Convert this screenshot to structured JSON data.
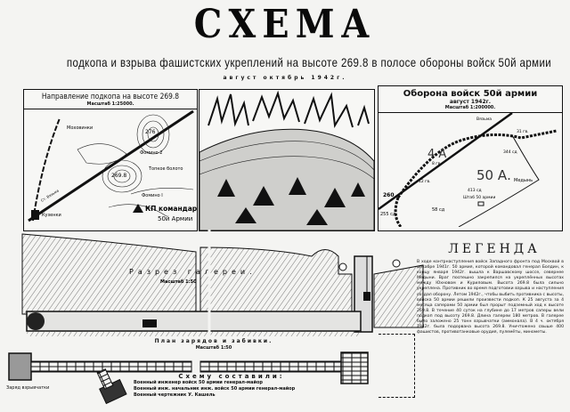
{
  "header": {
    "title": "СХЕМА",
    "subtitle": "подкопа и взрыва фашистских укреплений на высоте 269.8 в полосе обороны войск 50й армии",
    "dateline": "август  октябрь  1942г."
  },
  "panel_left": {
    "title": "Направление подкопа на высоте 269.8",
    "scale": "Масштаб 1:25000.",
    "labels": [
      "Моховинки",
      "276",
      "269.8",
      "Фомино I",
      "Фомино 2",
      "Топкое болото",
      "Кузенки",
      "Ст. Вязьма",
      "КП командарма",
      "50й Армии"
    ]
  },
  "panel_middle": {
    "caption": ""
  },
  "panel_right": {
    "title": "Оборона войск 50й армии",
    "date": "август 1942г.",
    "scale": "Масштаб 1:200000.",
    "labels": [
      "4 А",
      "50 А.",
      "8 гв.",
      "12 гв.",
      "413 сд",
      "Штаб 50 армии",
      "58 сд",
      "255 сд",
      "344 сд",
      "31 гв.",
      "260",
      "Медынь",
      "Вязьма"
    ]
  },
  "section": {
    "title": "Разрез галереи.",
    "scale": "Масштаб 1:50"
  },
  "plan": {
    "title": "План зарядов и забивки.",
    "scale": "Масштаб 1:50",
    "charge_label": "Заряд взрывчатки"
  },
  "compilers": {
    "heading": "Схему составили:",
    "lines": [
      "Военный инженер войск 50 армии генерал-майор",
      "Военный инж. начальник инж. войск 50 армии генерал-майор",
      "Военный чертежник   У. Кашель"
    ]
  },
  "legend": {
    "title": "ЛЕГЕНДА",
    "text": "В ходе контрнаступления войск Западного фронта под Москвой в декабре 1941г. 50 армия, которой командовал генерал Болдин, к концу января 1942г. вышла к Варшавскому шоссе, севернее Медыни. Враг поспешно закрепился на укреплённых высотах между Юхновом и Куриловым. Высота 269.8 была сильно укреплена. Противник во время подготовки взрыва и наступления создал оборону. Летом 1942г., чтобы выбить противника с высоты, войска 50 армии решили произвести подкоп. К 25 августа за 4 месяца саперами 50 армии был прорыт подземный ход к высоте 269.8. В течение 40 суток на глубине до 17 метров саперы вели подкоп под высоту 269.8. Длина галереи 180 метров. В галерее было заложено 25 тонн взрывчатки (аммонала). В 4 ч. октября 1942г. была подорвана высота 269.8. Уничтожено свыше 400 фашистов, противотанковые орудия, пулемёты, минометы."
  },
  "colors": {
    "ink": "#111111",
    "paper": "#f4f4f2"
  }
}
